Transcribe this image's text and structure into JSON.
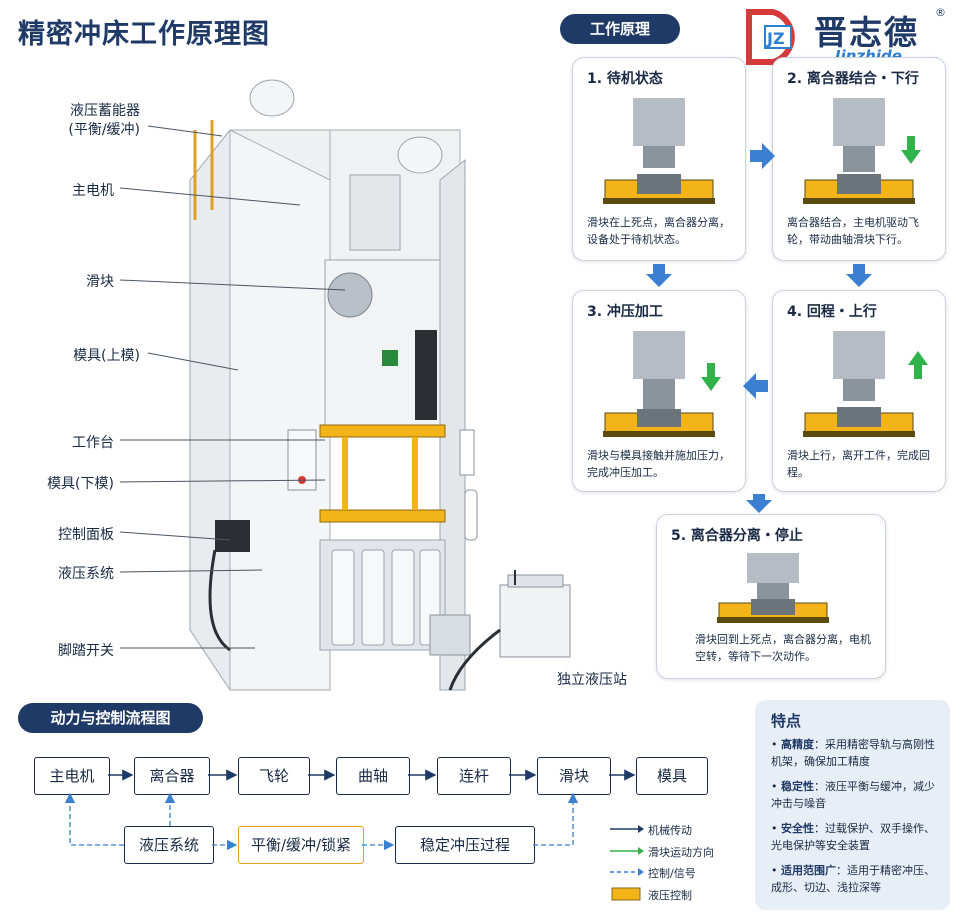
{
  "header": {
    "title": "精密冲床工作原理图",
    "principle_badge": "工作原理"
  },
  "logo": {
    "letters": "DJZ",
    "cn_name": "晋志德",
    "en_name": "Jinzhide",
    "registered": "®"
  },
  "press_labels": [
    {
      "text": "液压蓄能器\n(平衡/缓冲)"
    },
    {
      "text": "主电机"
    },
    {
      "text": "滑块"
    },
    {
      "text": "模具(上模)"
    },
    {
      "text": "工作台"
    },
    {
      "text": "模具(下模)"
    },
    {
      "text": "控制面板"
    },
    {
      "text": "液压系统"
    },
    {
      "text": "脚踏开关"
    }
  ],
  "hydraulic_station_label": "独立液压站",
  "steps": [
    {
      "title": "1. 待机状态",
      "desc": "滑块在上死点，离合器分离，设备处于待机状态。",
      "arrow": "none"
    },
    {
      "title": "2. 离合器结合・下行",
      "desc": "离合器结合，主电机驱动飞轮，带动曲轴滑块下行。",
      "arrow": "down"
    },
    {
      "title": "3. 冲压加工",
      "desc": "滑块与模具接触并施加压力，完成冲压加工。",
      "arrow": "down"
    },
    {
      "title": "4. 回程・上行",
      "desc": "滑块上行，离开工件，完成回程。",
      "arrow": "up"
    },
    {
      "title": "5. 离合器分离・停止",
      "desc": "滑块回到上死点，离合器分离，电机空转，等待下一次动作。",
      "arrow": "none"
    }
  ],
  "flow": {
    "title": "动力与控制流程图",
    "main_row": [
      "主电机",
      "离合器",
      "飞轮",
      "曲轴",
      "连杆",
      "滑块",
      "模具"
    ],
    "bottom_row": [
      "液压系统",
      "平衡/缓冲/锁紧",
      "稳定冲压过程"
    ]
  },
  "legend": [
    {
      "text": "机械传动",
      "color": "#1f3a66"
    },
    {
      "text": "滑块运动方向",
      "color": "#2fb34a"
    },
    {
      "text": "控制/信号",
      "color": "#3a7fd0"
    },
    {
      "text": "液压控制",
      "color": "#f2b418"
    }
  ],
  "features": {
    "title": "特点",
    "items": [
      {
        "name": "高精度",
        "text": "：采用精密导轨与高刚性机架，确保加工精度"
      },
      {
        "name": "稳定性",
        "text": "：液压平衡与缓冲，减少冲击与噪音"
      },
      {
        "name": "安全性",
        "text": "：过载保护、双手操作、光电保护等安全装置"
      },
      {
        "name": "适用范围广",
        "text": "：适用于精密冲压、成形、切边、浅拉深等"
      }
    ]
  },
  "colors": {
    "navy": "#1f3a66",
    "blue": "#3a7fd0",
    "green": "#2fb34a",
    "gold": "#f2b418",
    "red": "#d63a3a"
  }
}
